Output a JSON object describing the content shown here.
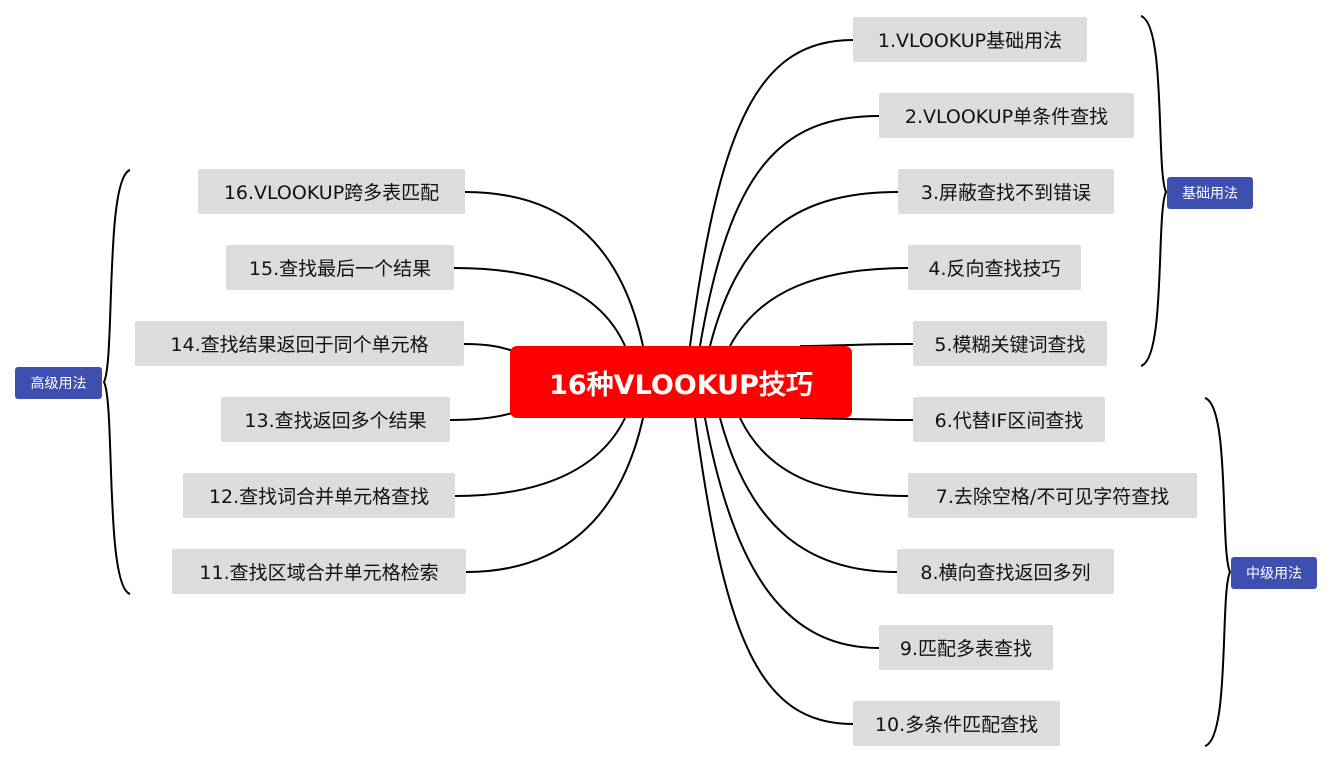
{
  "colors": {
    "center_bg": "#ff0000",
    "node_bg": "#dcdcdc",
    "group_bg": "#3f4fb0",
    "line": "#000000"
  },
  "center": {
    "label": "16种VLOOKUP技巧"
  },
  "groups": {
    "basic": "基础用法",
    "intermediate": "中级用法",
    "advanced": "高级用法"
  },
  "right_nodes": [
    "1.VLOOKUP基础用法",
    "2.VLOOKUP单条件查找",
    "3.屏蔽查找不到错误",
    "4.反向查找技巧",
    "5.模糊关键词查找",
    "6.代替IF区间查找",
    "7.去除空格/不可见字符查找",
    "8.横向查找返回多列",
    "9.匹配多表查找",
    "10.多条件匹配查找"
  ],
  "left_nodes": [
    "16.VLOOKUP跨多表匹配",
    "15.查找最后一个结果",
    "14.查找结果返回于同个单元格",
    "13.查找返回多个结果",
    "12.查找词合并单元格查找",
    "11.查找区域合并单元格检索"
  ]
}
